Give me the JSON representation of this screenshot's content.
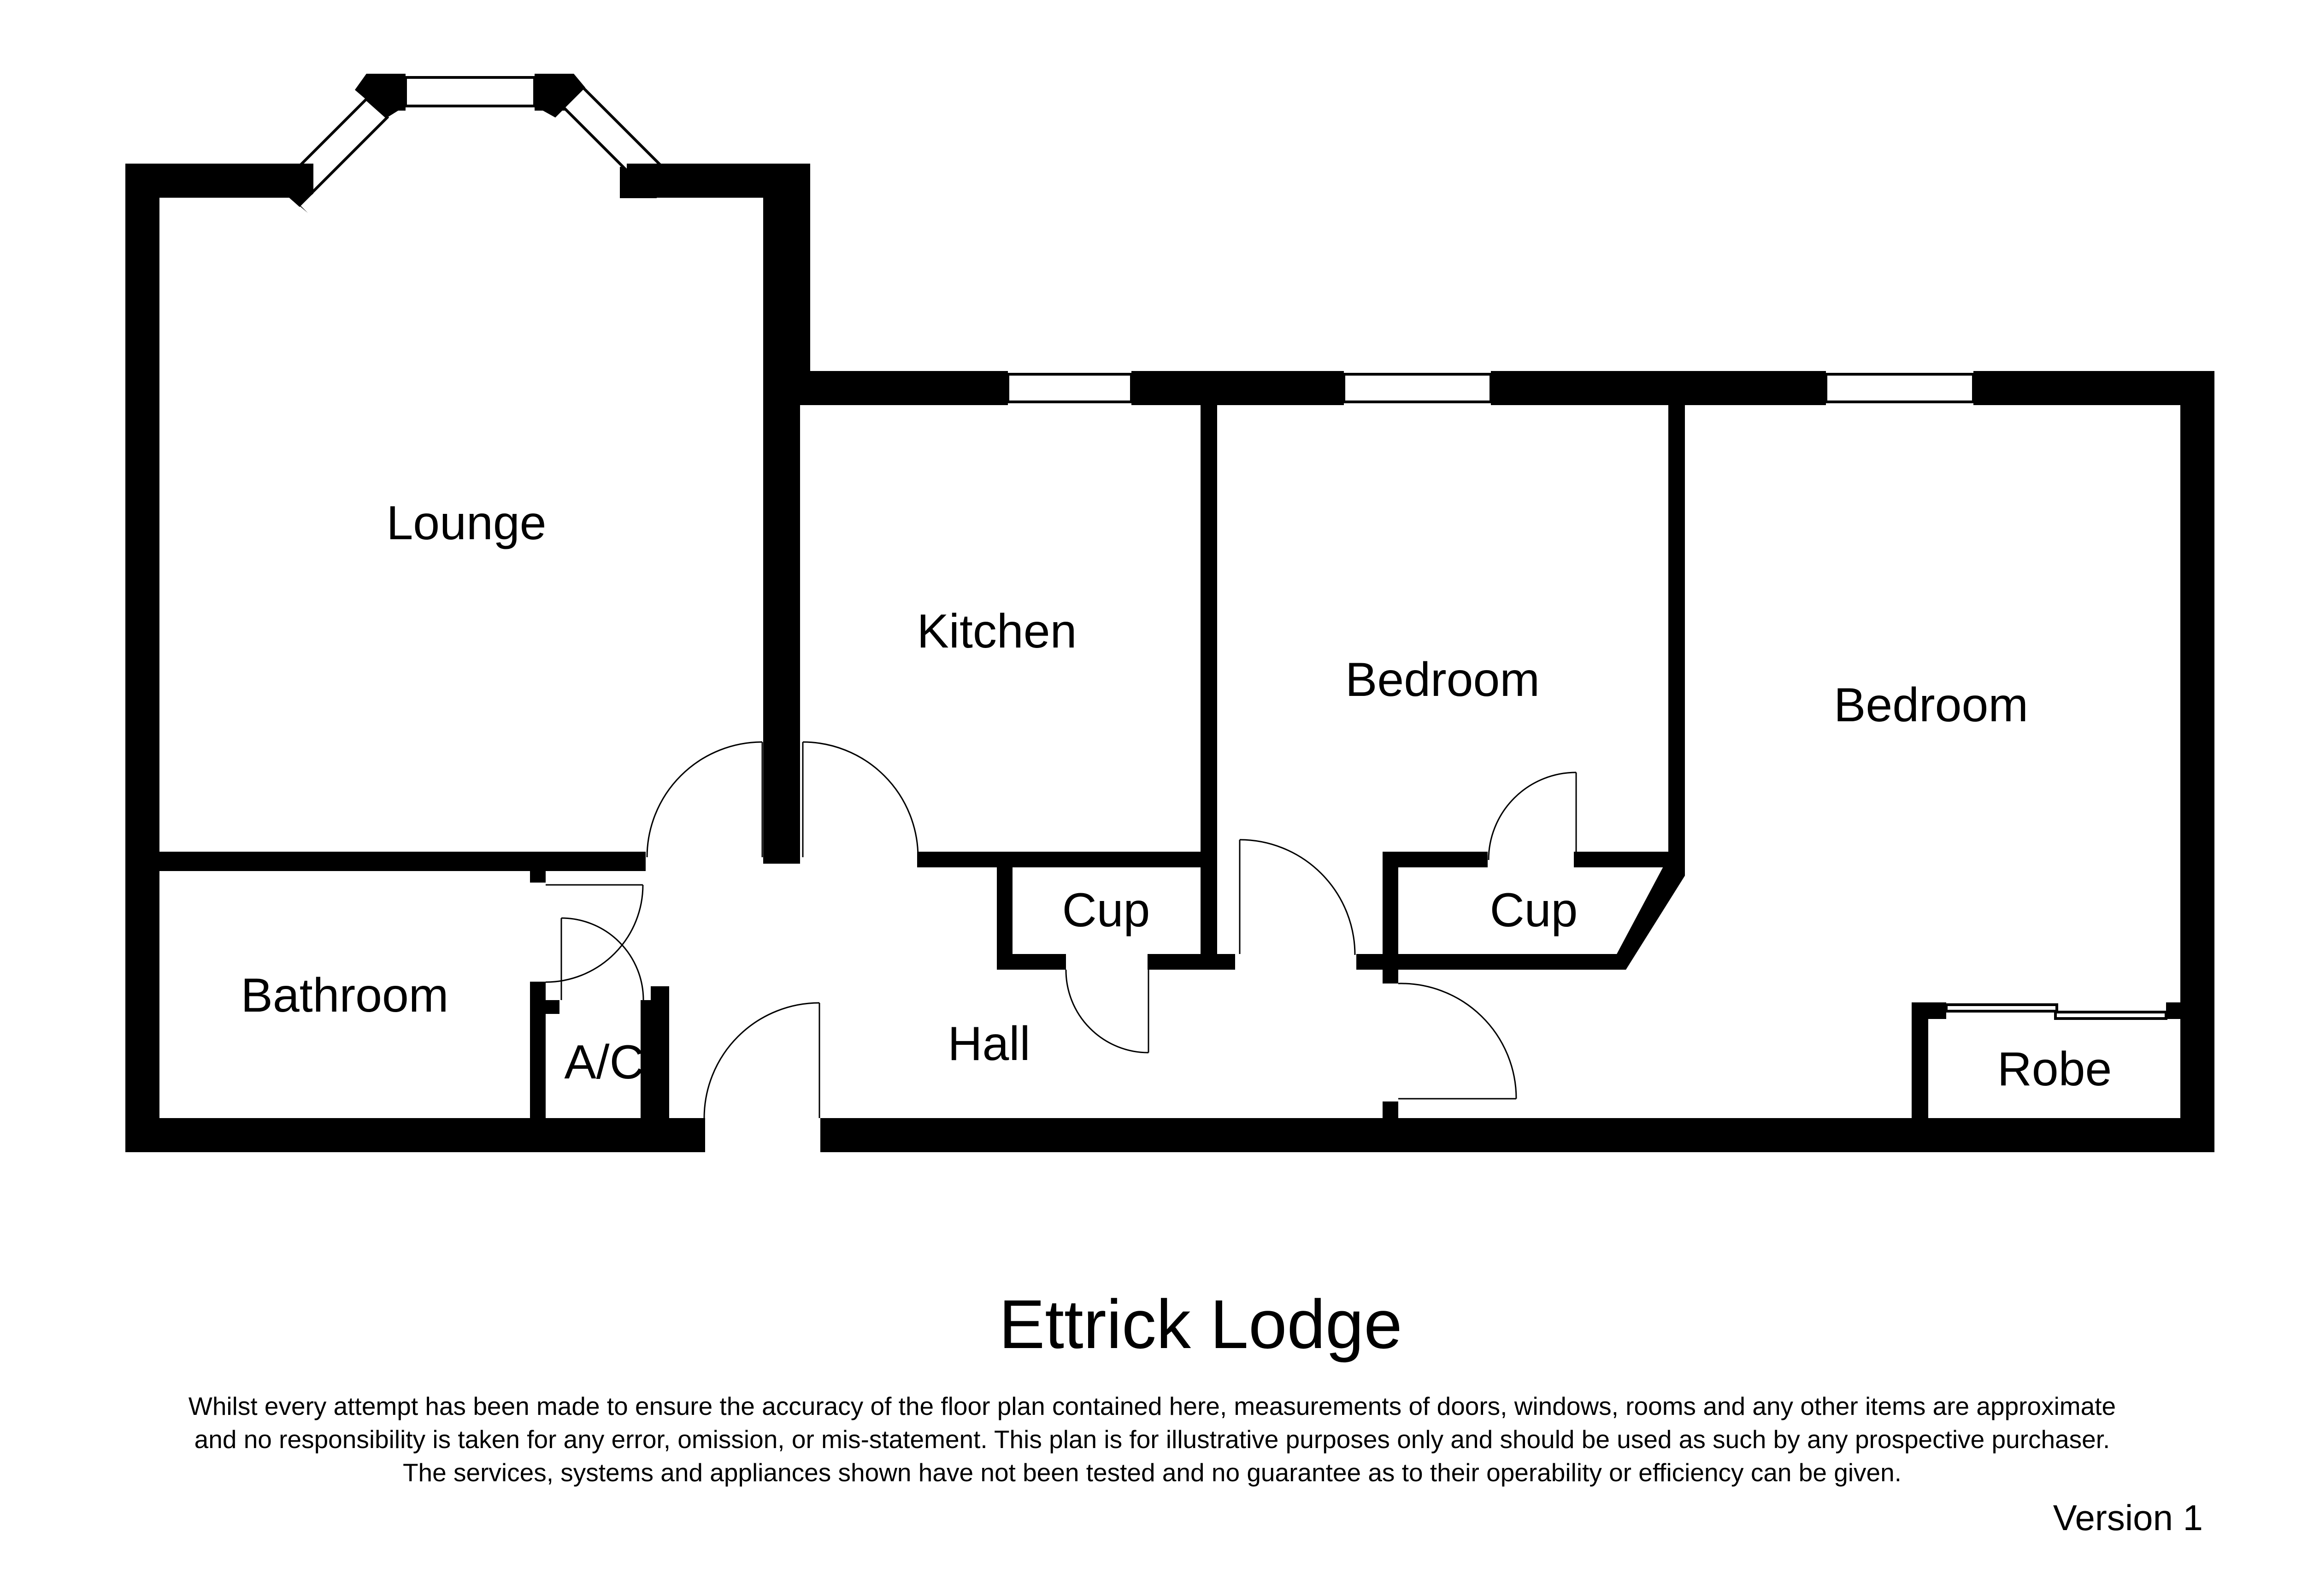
{
  "rooms": {
    "lounge": "Lounge",
    "kitchen": "Kitchen",
    "bedroom_1": "Bedroom",
    "bedroom_2": "Bedroom",
    "bathroom": "Bathroom",
    "airing_cupboard": "A/C",
    "cupboard_1": "Cup",
    "cupboard_2": "Cup",
    "hall": "Hall",
    "robe": "Robe"
  },
  "title": "Ettrick Lodge",
  "disclaimer": [
    "Whilst every attempt has been made to ensure the accuracy of the floor plan contained here, measurements of doors, windows, rooms and any other items are approximate",
    "and no responsibility is taken for any error, omission, or mis-statement. This plan is for illustrative purposes only and should be used as such by any prospective purchaser.",
    "The services, systems and appliances shown have not been tested and no guarantee as to their operability or efficiency can be given."
  ],
  "version": "Version 1",
  "colors": {
    "wall": "#000000",
    "background": "#ffffff"
  }
}
